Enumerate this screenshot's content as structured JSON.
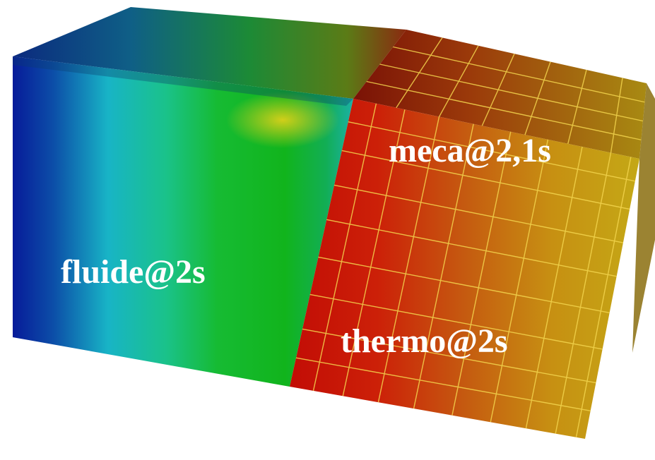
{
  "labels": {
    "fluid": "fluide@2s",
    "meca": "meca@2,1s",
    "thermo": "thermo@2s"
  },
  "colors": {
    "fluid_left": "#0a1a9a",
    "fluid_mid": "#13b9c2",
    "fluid_right": "#13b620",
    "solid_left": "#c40f06",
    "solid_right": "#c8a614",
    "mesh_line": "#f2d750",
    "background": "#ffffff"
  }
}
